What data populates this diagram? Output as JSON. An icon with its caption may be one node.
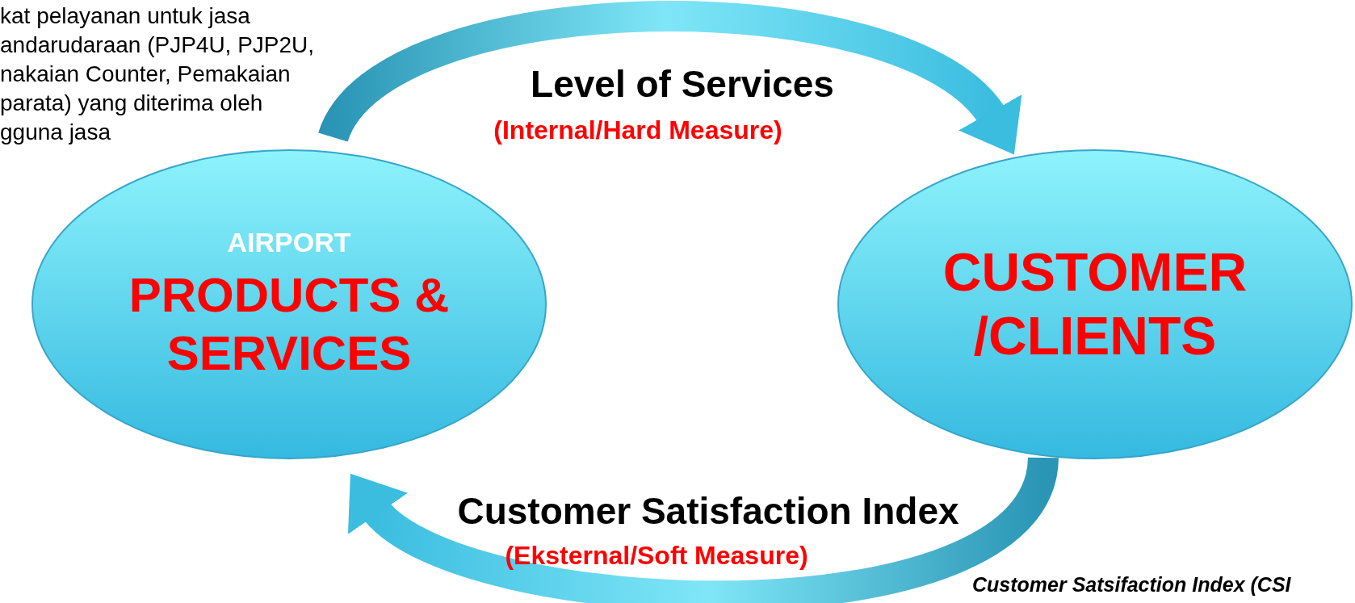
{
  "diagram": {
    "nodes": [
      {
        "text": [
          "AIRPORT",
          "PRODUCTS & SERVICES"
        ]
      },
      {
        "text": [
          "CUSTOMER /CLIENTS"
        ]
      }
    ],
    "edges": [
      {
        "from": 0,
        "to": 1,
        "arrow": "to",
        "label": "Level of Services"
      },
      {
        "from": 1,
        "to": 0,
        "arrow": "to",
        "label": "Customer Satisfaction Index"
      }
    ],
    "labels": [
      "kat pelayanan untuk jasa andarudaraan (PJP4U, PJP2U, nakaian Counter, Pemakaian parata) yang diterima oleh gguna jasa",
      "(Internal/Hard Measure)",
      "(Eksternal/Soft Measure)",
      "Customer Satsifaction Index (CSI"
    ]
  }
}
